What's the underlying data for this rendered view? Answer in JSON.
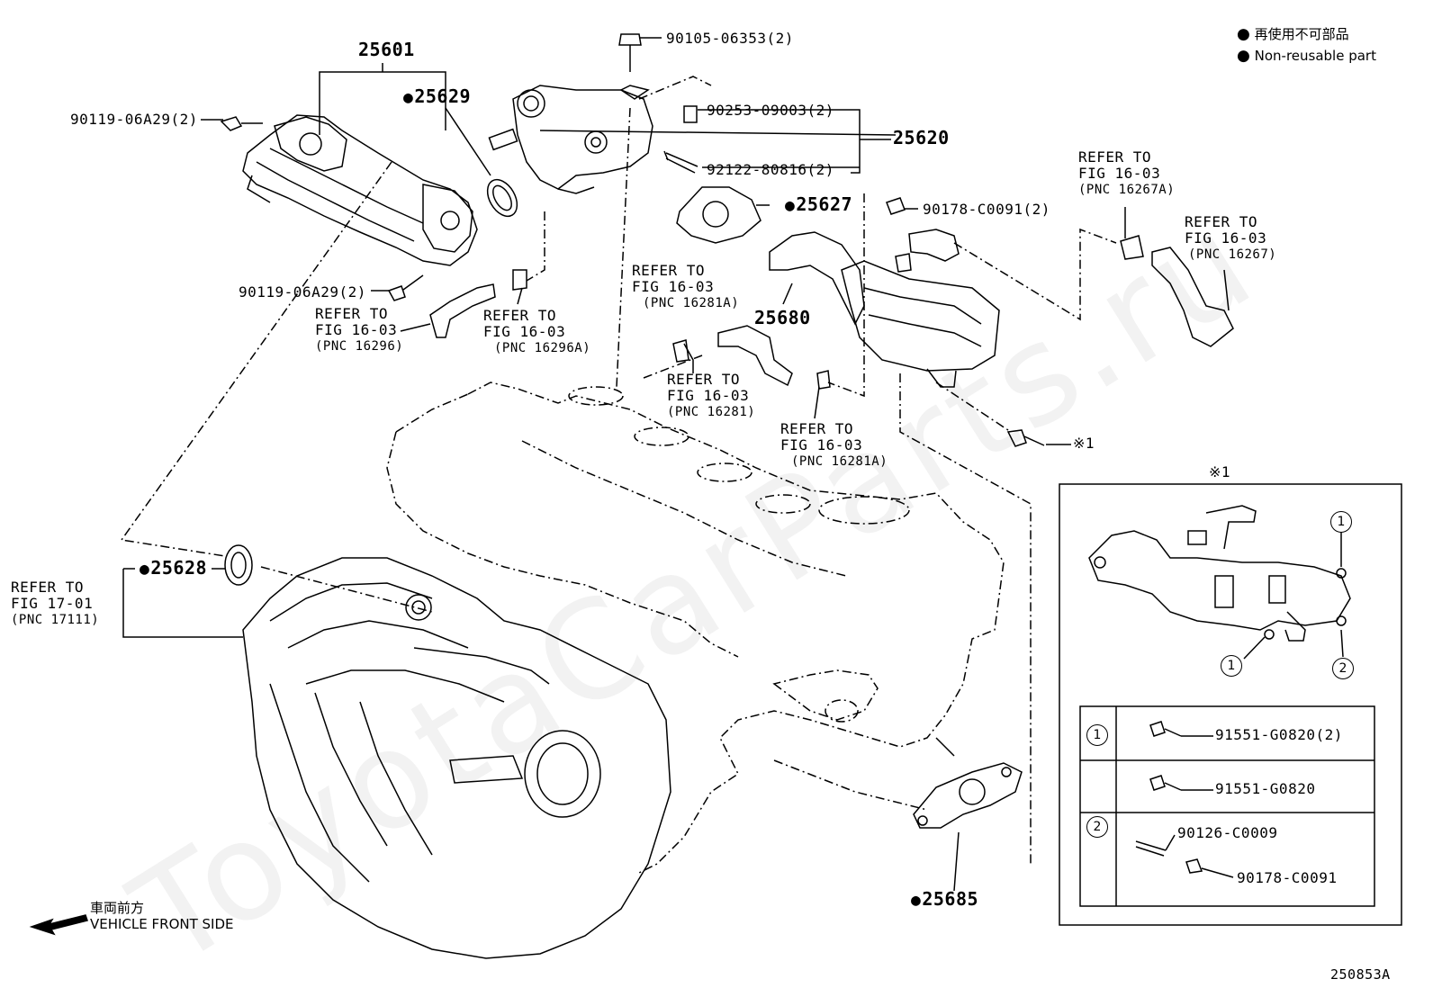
{
  "legend": {
    "jp": "再使用不可部品",
    "en": "Non-reusable part",
    "marker_color": "#000000"
  },
  "labels": {
    "p25601": "25601",
    "p25629": "25629",
    "p90119_top": "90119-06A29(2)",
    "p90119_mid": "90119-06A29(2)",
    "p90105": "90105-06353(2)",
    "p90253": "90253-09003(2)",
    "p92122": "92122-80816(2)",
    "p25620": "25620",
    "p25627": "25627",
    "p90178": "90178-C0091(2)",
    "p25680": "25680",
    "p25628": "25628",
    "p25685": "25685",
    "note_mark": "※1",
    "drawing_no": "250853A"
  },
  "refers": {
    "r16267a": {
      "line1": "REFER TO",
      "line2": "FIG 16-03",
      "pnc": "(PNC 16267A)"
    },
    "r16267": {
      "line1": "REFER TO",
      "line2": "FIG 16-03",
      "pnc": "(PNC 16267)"
    },
    "r16281a_top": {
      "line1": "REFER TO",
      "line2": "FIG 16-03",
      "pnc": "(PNC 16281A)"
    },
    "r16296": {
      "line1": "REFER TO",
      "line2": "FIG 16-03",
      "pnc": "(PNC 16296)"
    },
    "r16296a": {
      "line1": "REFER TO",
      "line2": "FIG 16-03",
      "pnc": "(PNC 16296A)"
    },
    "r16281": {
      "line1": "REFER TO",
      "line2": "FIG 16-03",
      "pnc": "(PNC 16281)"
    },
    "r16281a_bot": {
      "line1": "REFER TO",
      "line2": "FIG 16-03",
      "pnc": "(PNC 16281A)"
    },
    "r17111": {
      "line1": "REFER TO",
      "line2": "FIG 17-01",
      "pnc": "(PNC 17111)"
    }
  },
  "detail": {
    "title": "※1",
    "callouts": [
      "1",
      "1",
      "2"
    ],
    "table": [
      {
        "key": "1",
        "parts": [
          "91551-G0820(2)"
        ]
      },
      {
        "key": "2",
        "parts": [
          "91551-G0820",
          "90126-C0009",
          "90178-C0091"
        ]
      }
    ]
  },
  "front": {
    "jp": "車両前方",
    "en": "VEHICLE FRONT SIDE"
  },
  "watermark": "ToyotaCarParts.ru"
}
